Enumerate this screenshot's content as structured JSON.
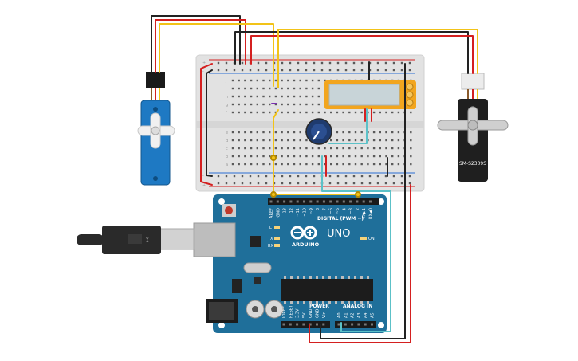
{
  "board": {
    "brand": "ARDUINO",
    "model": "UNO",
    "digital_header": "DIGITAL (PWM ~)",
    "power_header": "POWER",
    "analog_header": "ANALOG IN",
    "led_on": "ON",
    "led_l": "L",
    "led_tx": "TX",
    "led_rx": "RX",
    "digital_pins": [
      "AREF",
      "GND",
      "13",
      "12",
      "~11",
      "~10",
      "~9",
      "8",
      "7",
      "~6",
      "~5",
      "4",
      "~3",
      "2",
      "TX▶1",
      "RX◀0"
    ],
    "power_pins": [
      "IOREF",
      "RESET",
      "3.3V",
      "5V",
      "GND",
      "GND",
      "Vin"
    ],
    "analog_pins": [
      "A0",
      "A1",
      "A2",
      "A3",
      "A4",
      "A5"
    ]
  },
  "breadboard": {
    "row_letters_top": [
      "j",
      "i",
      "h",
      "g",
      "f"
    ],
    "row_letters_bottom": [
      "e",
      "d",
      "c",
      "b",
      "a"
    ],
    "rail_plus": "+",
    "rail_minus": "-"
  },
  "servo_right": {
    "label": "SM-S2309S"
  },
  "colors": {
    "wire_red": "#d42020",
    "wire_black": "#222222",
    "wire_yellow": "#f2c318",
    "wire_teal": "#5cc1c8",
    "board_teal": "#1f6f9a",
    "servo_blue": "#1e79c3",
    "lcd_orange": "#f2a51e"
  }
}
